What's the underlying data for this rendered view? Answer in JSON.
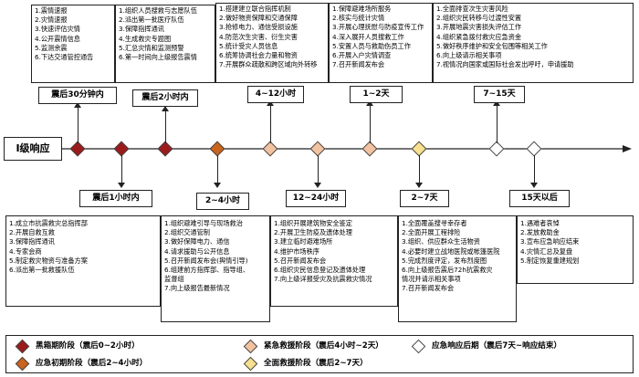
{
  "level": "Ⅰ级响应",
  "colors": {
    "dark_red": "#9b1b1b",
    "orange": "#c8641e",
    "peach": "#f2c3a0",
    "yellow": "#f7e08e"
  },
  "top": [
    {
      "label": "震后30分钟内",
      "items": [
        "1.震情速报",
        "2.灾情速报",
        "3.快速评估灾情",
        "4.公开震情信息",
        "5.监测余震",
        "6.下达交通管控通告"
      ]
    },
    {
      "label": "震后2小时内",
      "items": [
        "1.组织人员搜救与志愿队伍",
        "2.派出第一批医疗队伍",
        "3.保障指挥通讯",
        "4.生成救灾专题图",
        "5.汇总灾情和监测预警",
        "6.第一时间向上级报告震情"
      ]
    },
    {
      "label": "4~12小时",
      "items": [
        "1.搭建建立联合指挥机制",
        "2.做好物资保障和交通保障",
        "3.抢修电力、通信受损设施",
        "4.防范次生灾害、衍生灾害",
        "5.统计受灾人员信息",
        "6.统筹协调社会力量和物资",
        "7.开展群众疏散和跨区域向外转移"
      ]
    },
    {
      "label": "1~2天",
      "items": [
        "1.保障避难场所服务",
        "2.核实与统计灾情",
        "3.开展心理抚慰与防疫宣传工作",
        "4.深入展开人员搜救工作",
        "5.安置人员与救助伤员工作",
        "6.开展入户灾情调查",
        "7.召开新闻发布会"
      ]
    },
    {
      "label": "7~15天",
      "items": [
        "1.全面排查次生灾害风险",
        "2.组织灾民转移与过渡性安置",
        "3.开展地震灾害损失评估工作",
        "4.组织紧急拨付救灾应急资金",
        "5.做好秩序维护和安全包围等相关工作",
        "6.向上级请示相关事项",
        "7.视情况向国家或国际社会发出呼吁，申请援助"
      ]
    }
  ],
  "bottom": [
    {
      "label": "震后1小时内",
      "items": [
        "1.成立市抗震救灾总指挥部",
        "2.开展自救互救",
        "3.保障指挥通讯",
        "4.专家会商",
        "5.制定救灾物资与准备方案",
        "6.派出第一批救援队伍"
      ]
    },
    {
      "label": "2~4小时",
      "items": [
        "1.组织避难引导与现场救治",
        "2.组织交通管制",
        "3.做好保障电力、通信",
        "4.请求援助与公开信息",
        "5.召开新闻发布会(舆情引导)",
        "6.组建前方指挥部、指导组、",
        "   监督组",
        "7.向上级报告最新情况"
      ]
    },
    {
      "label": "12~24小时",
      "items": [
        "1.组织开展建筑物安全鉴定",
        "2.开展卫生防疫及遗体处理",
        "3.建立临时避难场所",
        "4.维护市场秩序",
        "5.召开新闻发布会",
        "6.组织灾民信息登记及遗体处理",
        "7.向上级详报受灾及抗震救灾情况"
      ]
    },
    {
      "label": "2~7天",
      "items": [
        "1.全面覆盖搜寻幸存者",
        "2.全面开展工程排险",
        "3.组织、供应群众生活物资",
        "4.必要时建立战地医院或帐篷医院",
        "5.完成烈度评定，发布烈度图",
        "6.向上级报告震后72h抗震救灾",
        "   情况并请示相关事项",
        "7.召开新闻发布会"
      ]
    },
    {
      "label": "15天以后",
      "items": [
        "1.遇难者哀悼",
        "2.发放救助金",
        "3.宣布应急响应结束",
        "4.灾情汇总及复盘",
        "5.制定恢复重建规划"
      ]
    }
  ],
  "legend": [
    {
      "label": "黑箱期阶段（震后0~2小时）",
      "color": "#9b1b1b"
    },
    {
      "label": "紧急救援阶段（震后4小时~2天）",
      "color": "#f2c3a0"
    },
    {
      "label": "应急响应后期（震后7天~响应结束）",
      "color": "#fff"
    },
    {
      "label": "应急初期阶段（震后2~4小时）",
      "color": "#c8641e"
    },
    {
      "label": "全面救援阶段（震后2~7天）",
      "color": "#f7e08e"
    }
  ]
}
